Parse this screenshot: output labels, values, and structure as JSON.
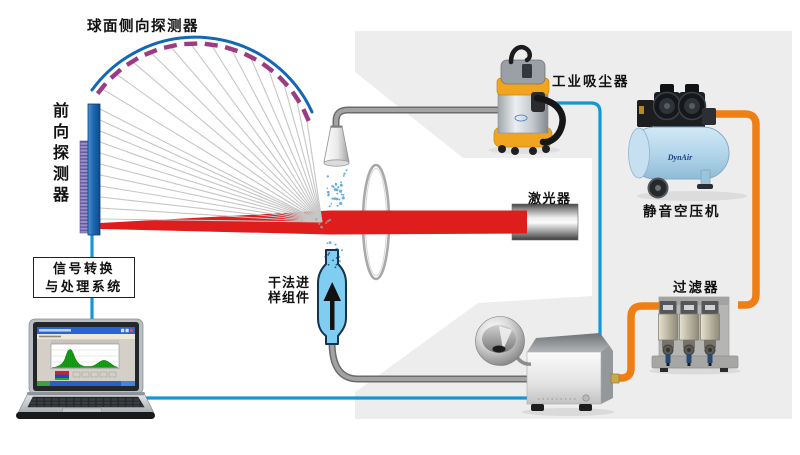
{
  "diagram": {
    "labels": {
      "spherical_detector": "球面侧向探测器",
      "forward_detector": "前向探测器",
      "signal_box_line1": "信号转换",
      "signal_box_line2": "与处理系统",
      "dry_disperser_line1": "干法进",
      "dry_disperser_line2": "样组件",
      "laser": "激光器",
      "vacuum": "工业吸尘器",
      "compressor": "静音空压机",
      "filter": "过滤器",
      "compressor_brand": "DynAir"
    },
    "colors": {
      "panel_gray": "#ededed",
      "beam_red": "#e01d1d",
      "line_blue": "#1697d4",
      "pipe_orange": "#ef7e15",
      "tube_gray": "#8f8f8f",
      "arc_blue": "#1268b4",
      "tick_purple": "#9b3b82",
      "ray_gray": "#c6c6c6",
      "spray_blue": "#5aa7d8",
      "detector_bar_blue": "#1a5ca8",
      "stripe_purple": "#8a7fbc"
    }
  }
}
